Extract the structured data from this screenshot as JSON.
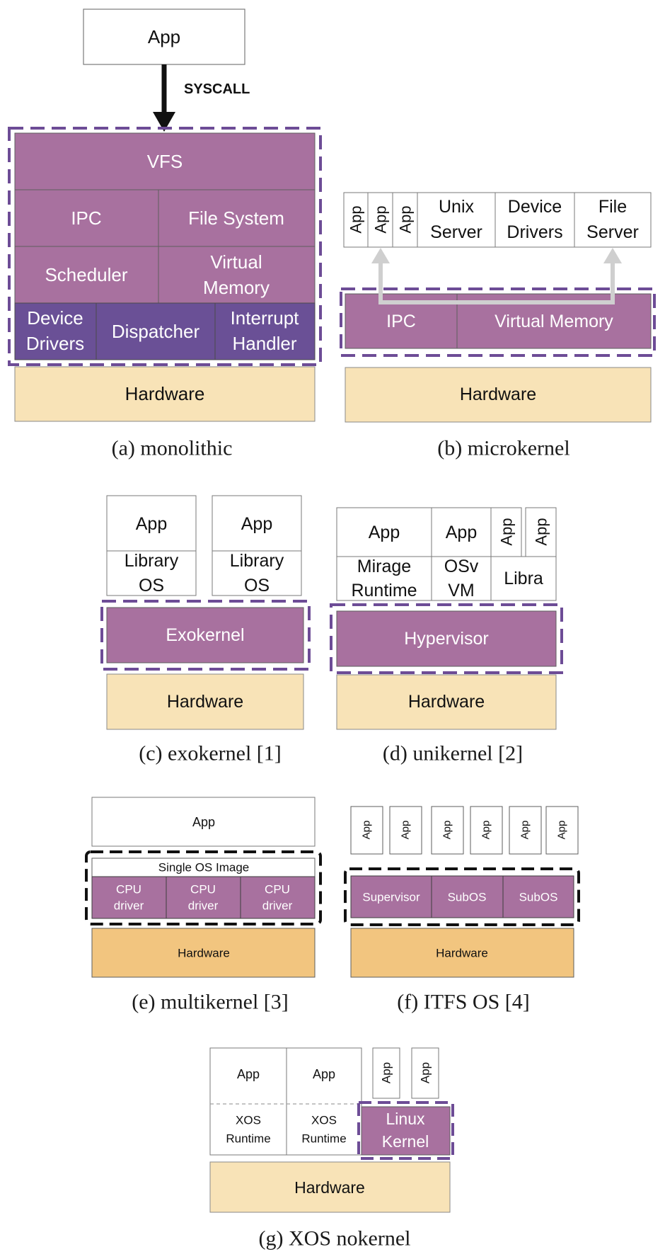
{
  "colors": {
    "kernel": "#a8719f",
    "kernel_dark": "#6a5096",
    "hardware": "#f8e3b7",
    "hardware_orange": "#f2c57f",
    "border": "#7a7a7a",
    "purple_dash": "#6d4c96",
    "black_dash": "#111111",
    "arrow_gray": "#cfcfcf"
  },
  "a": {
    "caption": "(a) monolithic",
    "app": "App",
    "syscall": "SYSCALL",
    "vfs": "VFS",
    "ipc": "IPC",
    "file_system": "File System",
    "scheduler": "Scheduler",
    "vm1": "Virtual",
    "vm2": "Memory",
    "dd1": "Device",
    "dd2": "Drivers",
    "dispatcher": "Dispatcher",
    "ih1": "Interrupt",
    "ih2": "Handler",
    "hardware": "Hardware"
  },
  "b": {
    "caption": "(b) microkernel",
    "app1": "App",
    "app2": "App",
    "app3": "App",
    "unix1": "Unix",
    "unix2": "Server",
    "dev1": "Device",
    "dev2": "Drivers",
    "file1": "File",
    "file2": "Server",
    "ipc": "IPC",
    "vm": "Virtual Memory",
    "hardware": "Hardware"
  },
  "c": {
    "caption": "(c) exokernel [1]",
    "app1": "App",
    "lib1a": "Library",
    "lib1b": "OS",
    "app2": "App",
    "lib2a": "Library",
    "lib2b": "OS",
    "exokernel": "Exokernel",
    "hardware": "Hardware"
  },
  "d": {
    "caption": "(d) unikernel [2]",
    "app1": "App",
    "app2": "App",
    "app3": "App",
    "app4": "App",
    "mirage1": "Mirage",
    "mirage2": "Runtime",
    "osv1": "OSv",
    "osv2": "VM",
    "libra": "Libra",
    "hypervisor": "Hypervisor",
    "hardware": "Hardware"
  },
  "e": {
    "caption": "(e) multikernel [3]",
    "app": "App",
    "single_os": "Single OS Image",
    "cpu1a": "CPU",
    "cpu1b": "driver",
    "cpu2a": "CPU",
    "cpu2b": "driver",
    "cpu3a": "CPU",
    "cpu3b": "driver",
    "hardware": "Hardware"
  },
  "f": {
    "caption": "(f) ITFS OS [4]",
    "apps": [
      "App",
      "App",
      "App",
      "App",
      "App",
      "App"
    ],
    "supervisor": "Supervisor",
    "subos1": "SubOS",
    "subos2": "SubOS",
    "hardware": "Hardware"
  },
  "g": {
    "caption": "(g) XOS nokernel",
    "app1": "App",
    "app2": "App",
    "app3": "App",
    "app4": "App",
    "xos1a": "XOS",
    "xos1b": "Runtime",
    "xos2a": "XOS",
    "xos2b": "Runtime",
    "linux1": "Linux",
    "linux2": "Kernel",
    "hardware": "Hardware"
  }
}
